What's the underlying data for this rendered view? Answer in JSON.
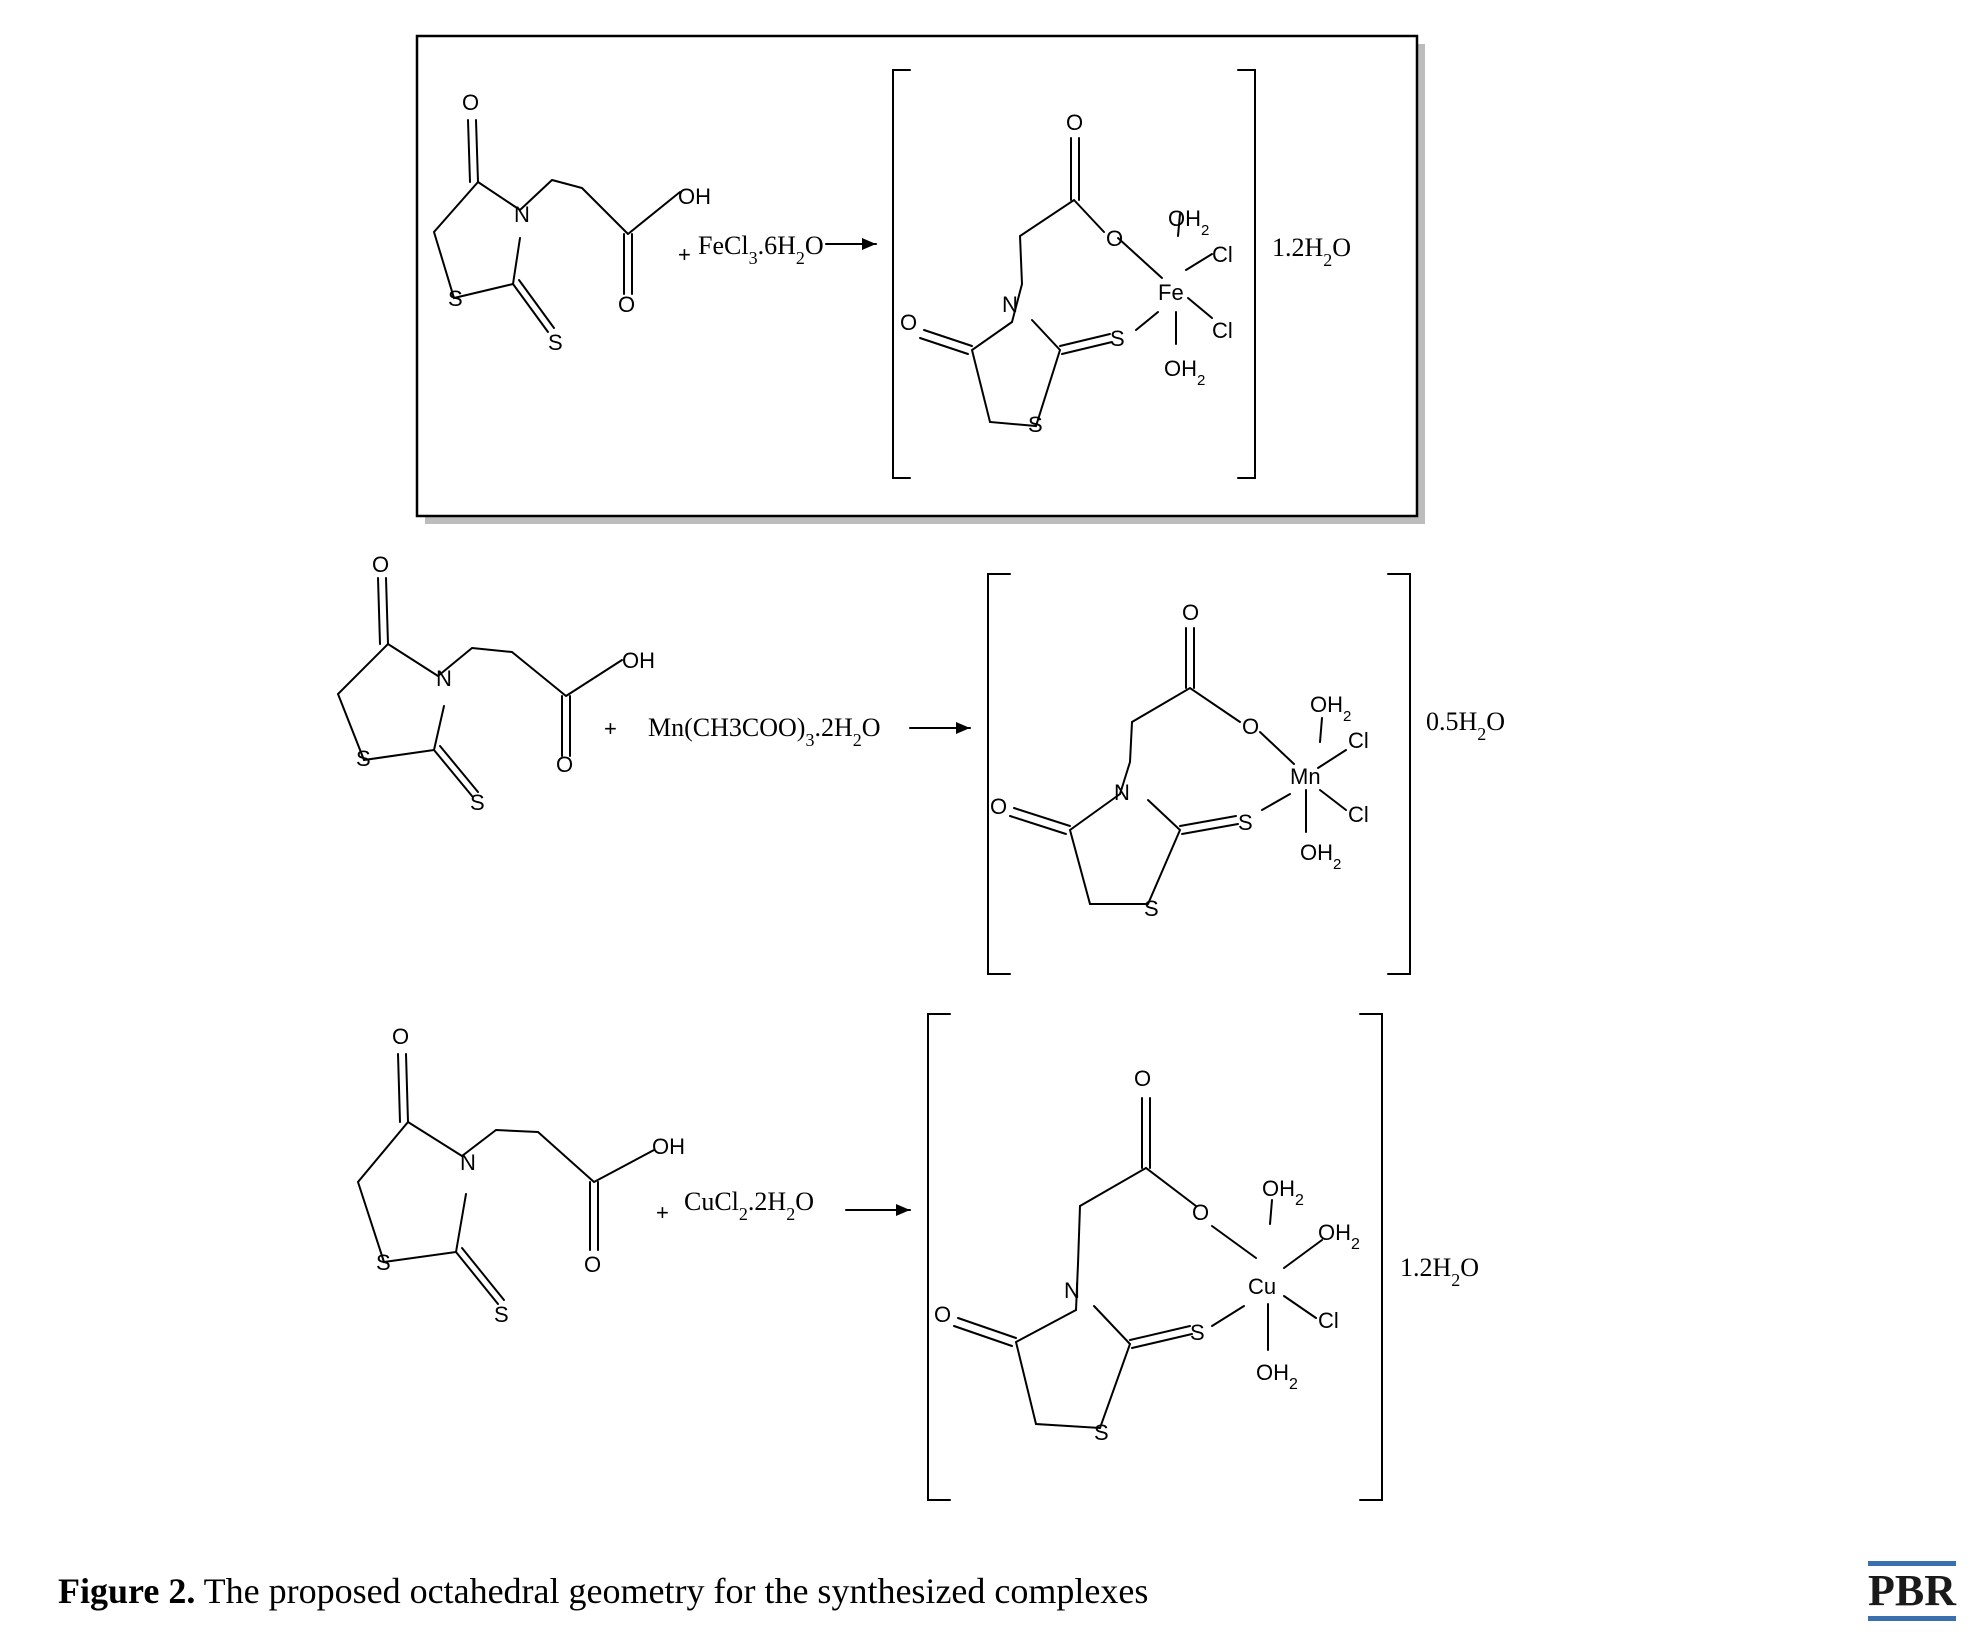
{
  "figure": {
    "caption_label": "Figure 2.",
    "caption_text": " The proposed octahedral geometry for the synthesized complexes",
    "logo": "PBR"
  },
  "reactions": [
    {
      "id": "fe",
      "reagent_main": "FeCl",
      "reagent_sub1": "3",
      "reagent_mid": ".6H",
      "reagent_sub2": "2",
      "reagent_end": "O",
      "metal": "Fe",
      "hydrate_main": "1.2H",
      "hydrate_sub": "2",
      "hydrate_end": "O"
    },
    {
      "id": "mn",
      "reagent_main": "Mn(CH3COO)",
      "reagent_sub1": "3",
      "reagent_mid": ".2H",
      "reagent_sub2": "2",
      "reagent_end": "O",
      "metal": "Mn",
      "hydrate_main": "0.5H",
      "hydrate_sub": "2",
      "hydrate_end": "O"
    },
    {
      "id": "cu",
      "reagent_main": "CuCl",
      "reagent_sub1": "2",
      "reagent_mid": ".2H",
      "reagent_sub2": "2",
      "reagent_end": "O",
      "metal": "Cu",
      "hydrate_main": "1.2H",
      "hydrate_sub": "2",
      "hydrate_end": "O"
    }
  ],
  "labels": {
    "plus": "+",
    "O": "O",
    "N": "N",
    "S": "S",
    "OH": "OH",
    "Cl": "Cl",
    "OH2": "OH",
    "sub2": "2"
  }
}
